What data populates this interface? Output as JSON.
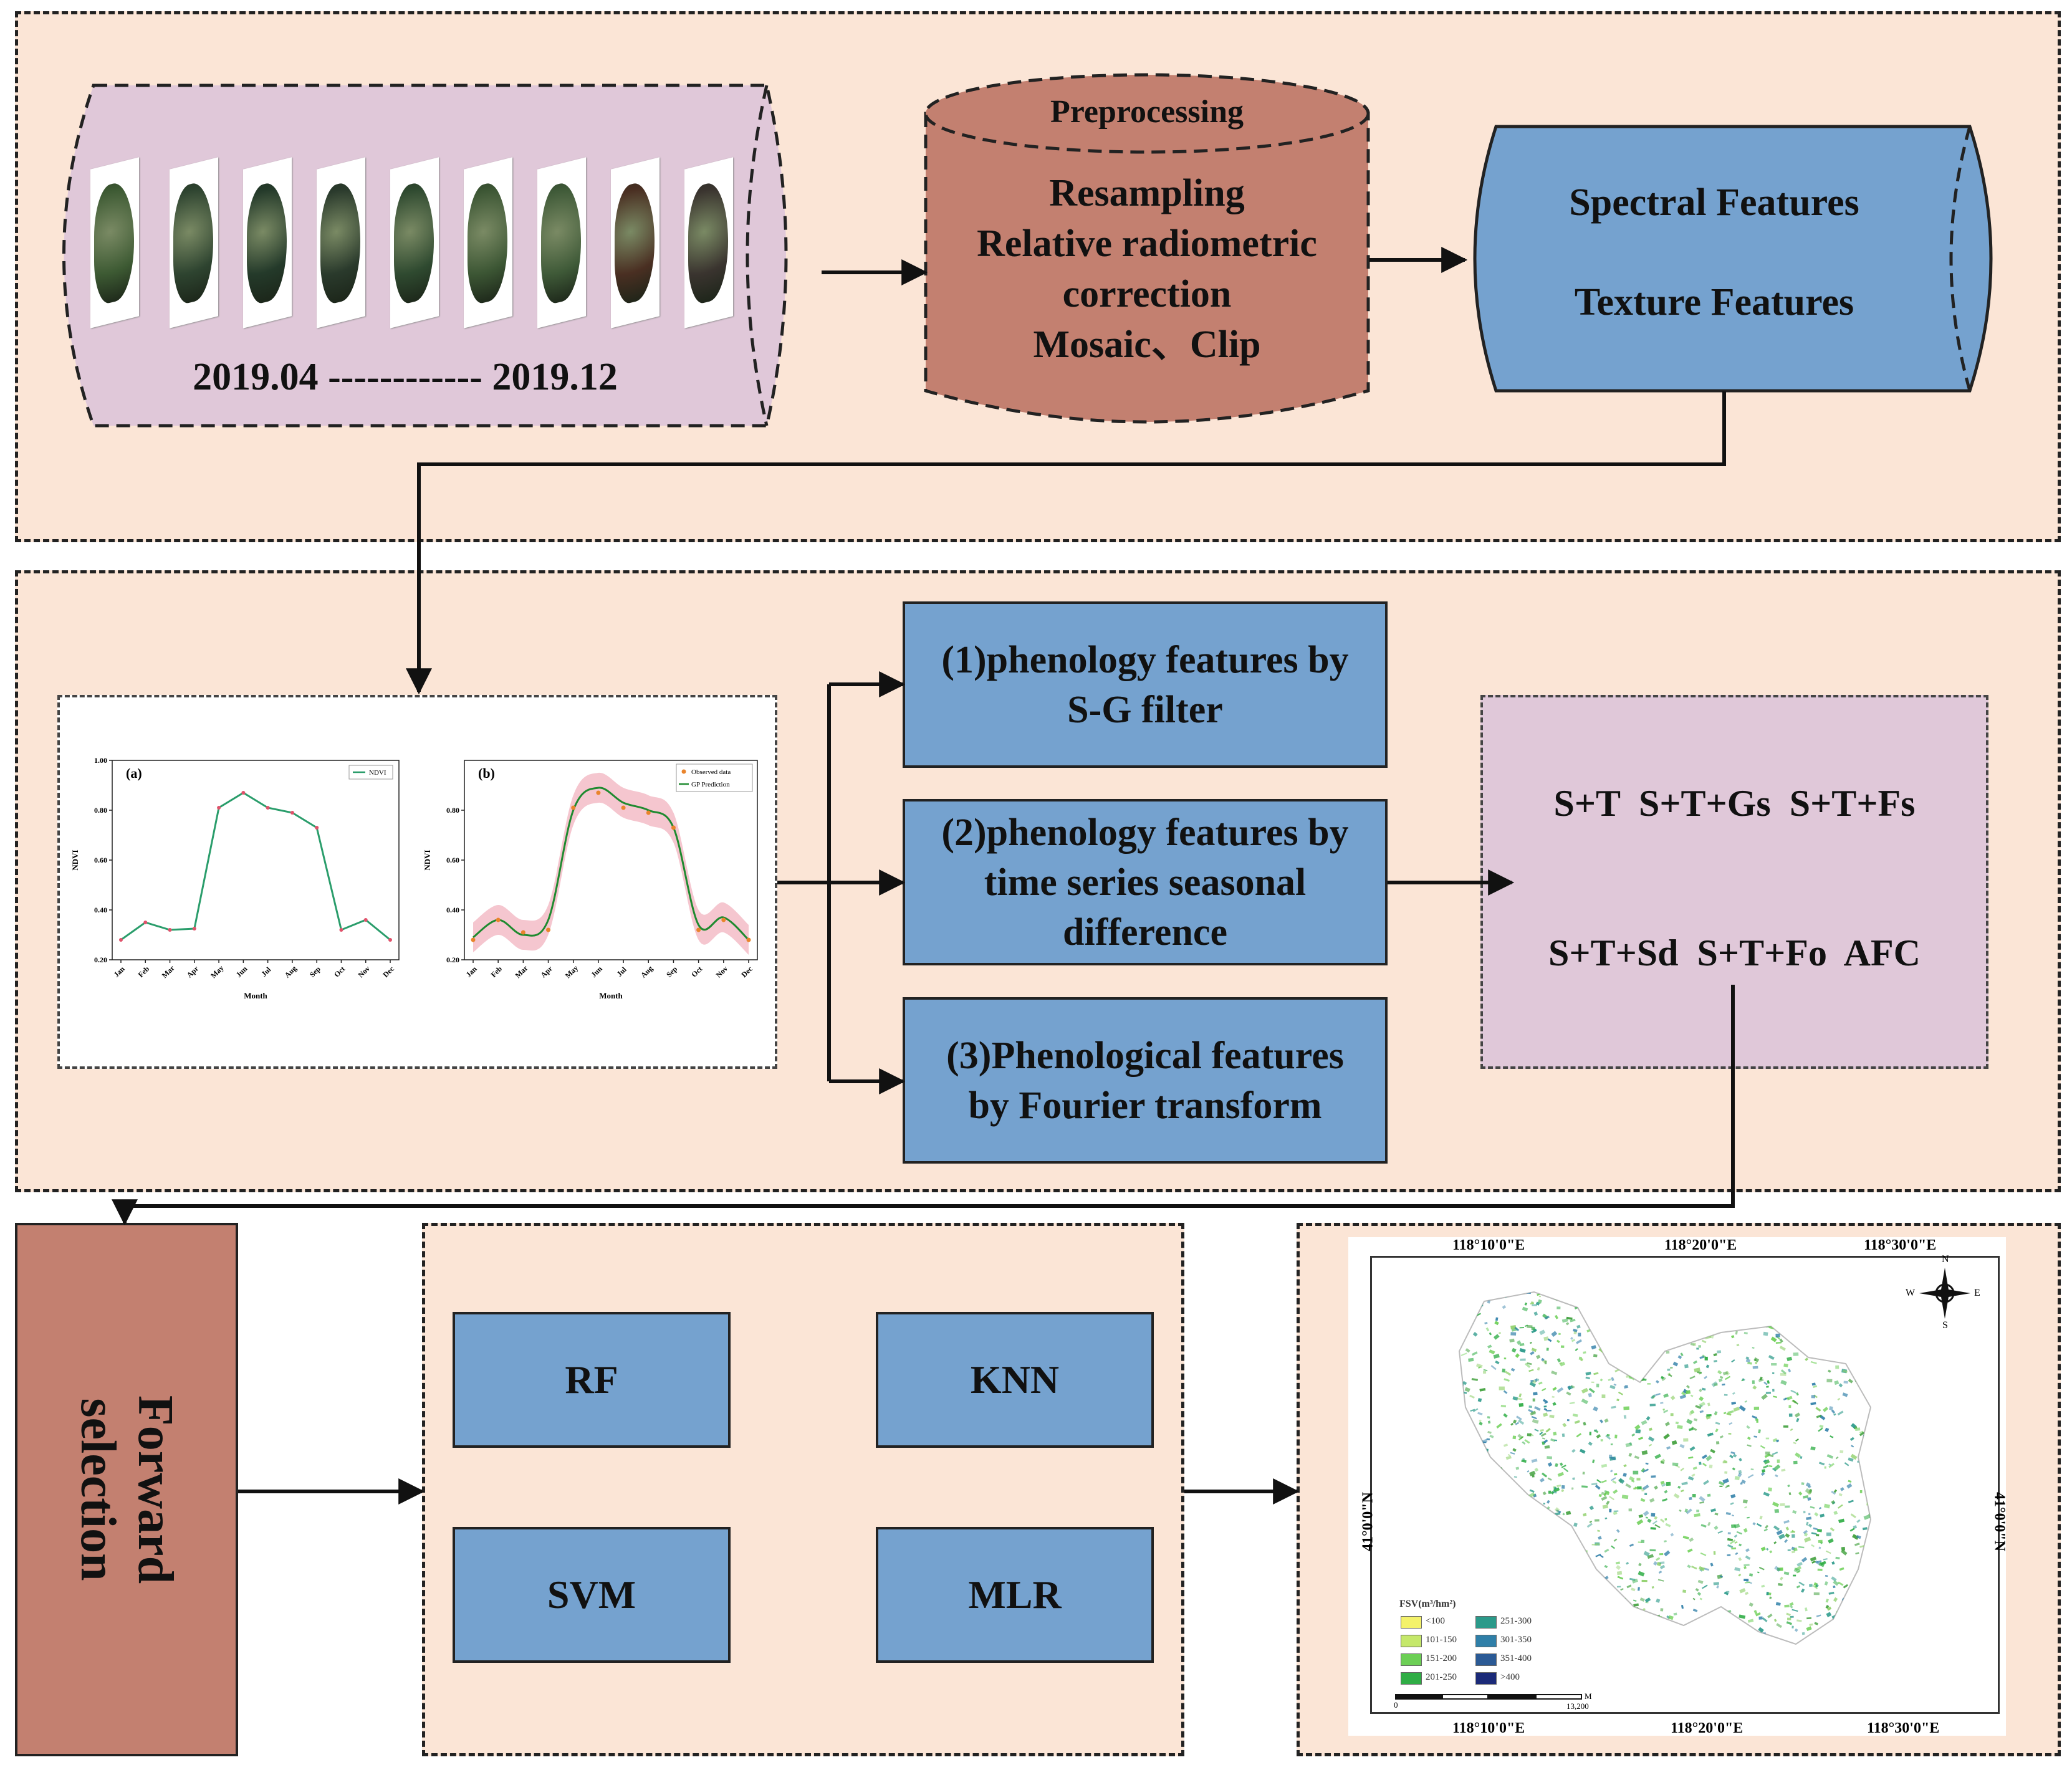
{
  "stage1": {
    "date_range": "2019.04 ------------ 2019.12",
    "preprocess": {
      "title": "Preprocessing",
      "lines": [
        "Resampling",
        "Relative radiometric",
        "correction",
        "Mosaic、Clip"
      ]
    },
    "features": {
      "spectral": "Spectral Features",
      "texture": "Texture Features"
    }
  },
  "stage2": {
    "methods": [
      [
        "(1)phenology features by",
        "S-G filter"
      ],
      [
        "(2)phenology features by",
        "time series seasonal",
        "difference"
      ],
      [
        "(3)Phenological features",
        "by Fourier transform"
      ]
    ],
    "combos": {
      "row1": "S+T  S+T+Gs  S+T+Fs",
      "row2": "S+T+Sd  S+T+Fo  AFC"
    }
  },
  "stage3": {
    "forward_selection": [
      "Forward",
      "selection"
    ],
    "models": [
      "RF",
      "KNN",
      "SVM",
      "MLR"
    ]
  },
  "chart_data": [
    {
      "type": "line",
      "panel_label": "(a)",
      "categories": [
        "Jan",
        "Feb",
        "Mar",
        "Apr",
        "May",
        "Jun",
        "Jul",
        "Aug",
        "Sep",
        "Oct",
        "Nov",
        "Dec"
      ],
      "series": [
        {
          "name": "NDVI",
          "values": [
            0.28,
            0.35,
            0.32,
            0.325,
            0.81,
            0.87,
            0.81,
            0.79,
            0.73,
            0.32,
            0.36,
            0.28
          ]
        }
      ],
      "xlabel": "Month",
      "ylabel": "NDVI",
      "ylim": [
        0.2,
        1.0
      ],
      "yticks": [
        "0.20",
        "0.40",
        "0.60",
        "0.80",
        "1.00"
      ],
      "legend": "top-right",
      "color": "#2a9d6b"
    },
    {
      "type": "line",
      "panel_label": "(b)",
      "categories": [
        "Jan",
        "Feb",
        "Mar",
        "Apr",
        "May",
        "Jun",
        "Jul",
        "Aug",
        "Sep",
        "Oct",
        "Nov",
        "Dec"
      ],
      "series": [
        {
          "name": "Observed data",
          "values": [
            0.28,
            0.36,
            0.31,
            0.32,
            0.81,
            0.87,
            0.81,
            0.79,
            0.73,
            0.32,
            0.36,
            0.28
          ]
        },
        {
          "name": "GP Prediction",
          "values": [
            0.29,
            0.36,
            0.3,
            0.36,
            0.8,
            0.89,
            0.83,
            0.8,
            0.73,
            0.34,
            0.37,
            0.28
          ]
        }
      ],
      "xlabel": "Month",
      "ylabel": "NDVI",
      "ylim": [
        0.2,
        1.0
      ],
      "yticks": [
        "0.20",
        "0.40",
        "0.60",
        "0.80"
      ],
      "legend": "top-right",
      "colors": {
        "observed": "#e9842c",
        "prediction": "#1e8a2f",
        "band": "#f2b3bf"
      }
    }
  ],
  "map": {
    "top_ticks": [
      "118°10'0\"E",
      "118°20'0\"E",
      "118°30'0\"E"
    ],
    "bottom_ticks": [
      "118°10'0\"E",
      "118°20'0\"E",
      "118°30'0\"E"
    ],
    "left_tick": "41°0'0\"N",
    "right_tick": "41°0'0\"N",
    "compass": {
      "n": "N",
      "s": "S",
      "e": "E",
      "w": "W"
    },
    "legend_title": "FSV(m³/hm²)",
    "legend": [
      {
        "label": "<100",
        "color": "#f4f26a"
      },
      {
        "label": "251-300",
        "color": "#2b9a8a"
      },
      {
        "label": "101-150",
        "color": "#c5e86a"
      },
      {
        "label": "301-350",
        "color": "#2f7fa8"
      },
      {
        "label": "151-200",
        "color": "#6ccf55"
      },
      {
        "label": "351-400",
        "color": "#2b5a95"
      },
      {
        "label": "201-250",
        "color": "#2fad45"
      },
      {
        "label": ">400",
        "color": "#1b2a78"
      }
    ],
    "scale_unit": "M",
    "scale_zero": "0",
    "scale_max": "13,200"
  }
}
